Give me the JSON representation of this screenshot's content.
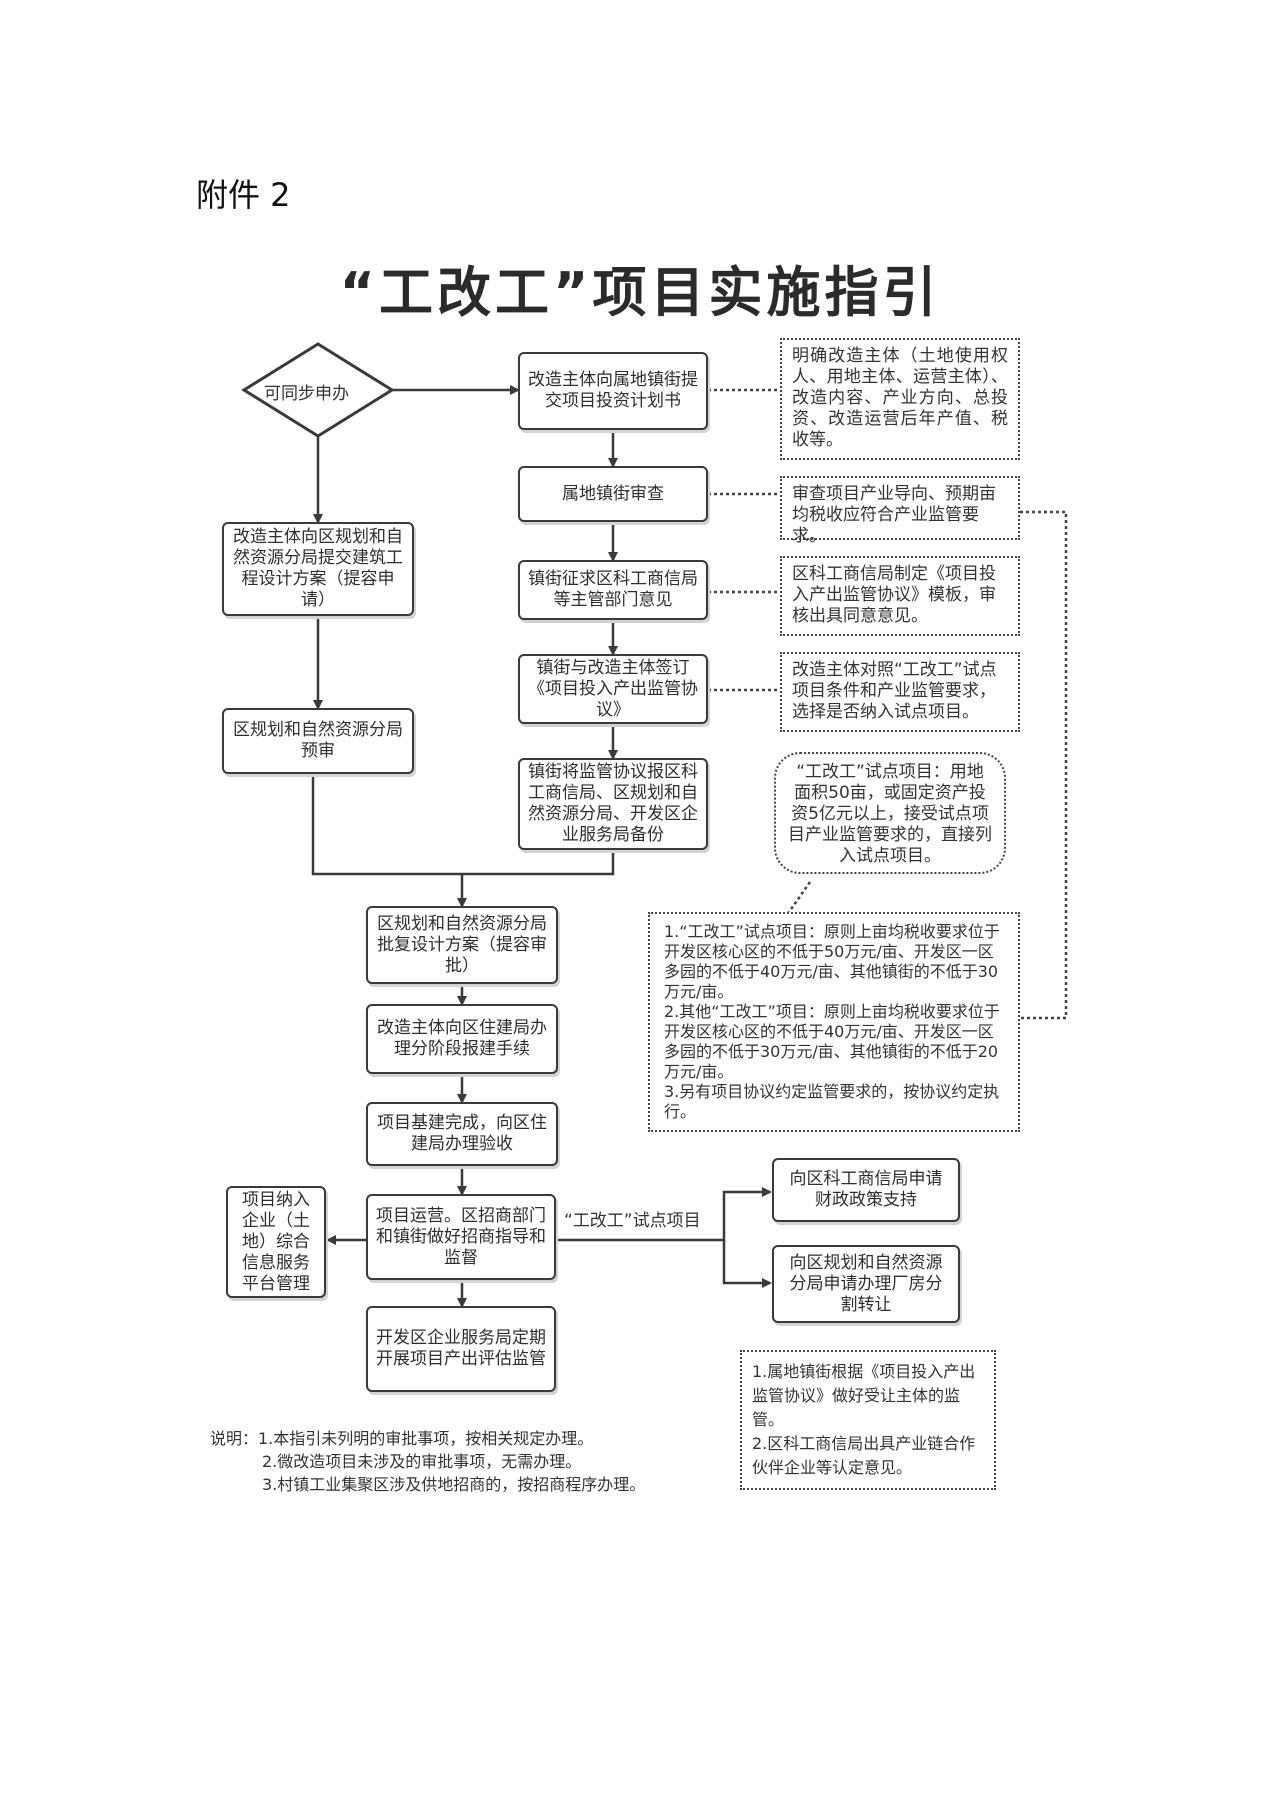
{
  "attachment": "附件 2",
  "title": "“工改工”项目实施指引",
  "diamond": "可同步申办",
  "main": {
    "m1": "改造主体向属地镇街提交项目投资计划书",
    "m2": "属地镇街审查",
    "m3": "镇街征求区科工商信局等主管部门意见",
    "m4": "镇街与改造主体签订《项目投入产出监管协议》",
    "m5": "镇街将监管协议报区科工商信局、区规划和自然资源分局、开发区企业服务局备份"
  },
  "left": {
    "l1": "改造主体向区规划和自然资源分局提交建筑工程设计方案（提容申请）",
    "l2": "区规划和自然资源分局预审"
  },
  "center": {
    "c1": "区规划和自然资源分局批复设计方案（提容审批）",
    "c2": "改造主体向区住建局办理分阶段报建手续",
    "c3": "项目基建完成，向区住建局办理验收",
    "c4": "项目运营。区招商部门和镇街做好招商指导和监督",
    "c5": "开发区企业服务局定期开展项目产出评估监管"
  },
  "platform": "项目纳入企业（土地）综合信息服务平台管理",
  "pilot_label": "“工改工”试点项目",
  "right_boxes": {
    "r1": "向区科工商信局申请财政政策支持",
    "r2": "向区规划和自然资源分局申请办理厂房分割转让"
  },
  "side_notes": {
    "n1": "明确改造主体（土地使用权人、用地主体、运营主体）、改造内容、产业方向、总投资、改造运营后年产值、税收等。",
    "n2": "审查项目产业导向、预期亩均税收应符合产业监管要求。",
    "n3": "区科工商信局制定《项目投入产出监管协议》模板，审核出具同意意见。",
    "n4": "改造主体对照“工改工”试点项目条件和产业监管要求，选择是否纳入试点项目。",
    "n5": "“工改工”试点项目：用地面积50亩，或固定资产投资5亿元以上，接受试点项目产业监管要求的，直接列入试点项目。",
    "n6": [
      "1.“工改工”试点项目：原则上亩均税收要求位于开发区核心区的不低于50万元/亩、开发区一区多园的不低于40万元/亩、其他镇街的不低于30万元/亩。",
      "2.其他“工改工”项目：原则上亩均税收要求位于开发区核心区的不低于40万元/亩、开发区一区多园的不低于30万元/亩、其他镇街的不低于20万元/亩。",
      "3.另有项目协议约定监管要求的，按协议约定执行。"
    ],
    "n7": [
      "1.属地镇街根据《项目投入产出监管协议》做好受让主体的监管。",
      "2.区科工商信局出具产业链合作伙伴企业等认定意见。"
    ]
  },
  "notes": [
    "说明：1.本指引未列明的审批事项，按相关规定办理。",
    "2.微改造项目未涉及的审批事项，无需办理。",
    "3.村镇工业集聚区涉及供地招商的，按招商程序办理。"
  ]
}
